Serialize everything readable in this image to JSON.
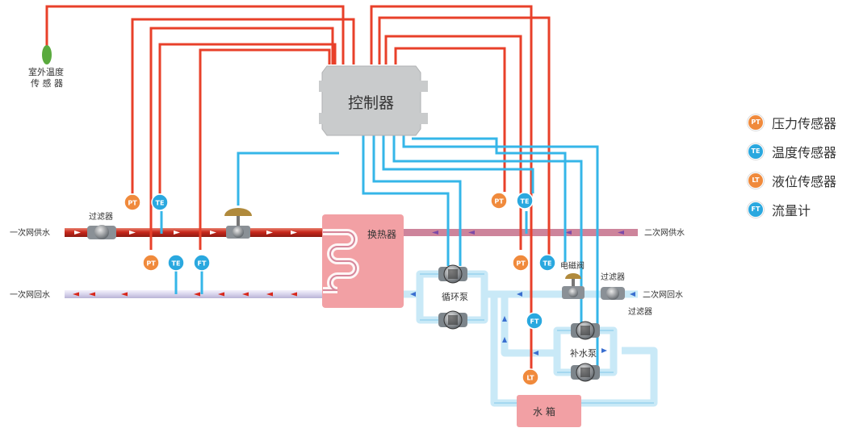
{
  "controller": {
    "label": "控制器"
  },
  "outdoor_sensor": {
    "line1": "室外温度",
    "line2": "传 感 器"
  },
  "heat_exchanger": {
    "label": "换热器"
  },
  "circ_pump": {
    "label": "循环泵"
  },
  "makeup_pump": {
    "label": "补水泵"
  },
  "water_tank": {
    "label": "水   箱"
  },
  "solenoid_valve": {
    "label": "电磁阀"
  },
  "filters": {
    "primary": "过滤器",
    "secondary_top": "过滤器",
    "secondary_bottom": "过滤器"
  },
  "pipes": {
    "primary_supply": "一次网供水",
    "primary_return": "一次网回水",
    "secondary_supply": "二次网供水",
    "secondary_return": "二次网回水"
  },
  "sensor_codes": {
    "pt": "PT",
    "te": "TE",
    "lt": "LT",
    "ft": "FT"
  },
  "legend": [
    {
      "code": "PT",
      "label": "压力传感器",
      "color": "#f08a3c"
    },
    {
      "code": "TE",
      "label": "温度传感器",
      "color": "#2aa8df"
    },
    {
      "code": "LT",
      "label": "液位传感器",
      "color": "#f08a3c"
    },
    {
      "code": "FT",
      "label": "流量计",
      "color": "#2aa8df"
    }
  ],
  "colors": {
    "signal_red": "#e8402a",
    "signal_blue": "#35b6e8",
    "supply_pipe": "#c8281c",
    "return_pipe": "#d8d4ec",
    "secondary_pipe": "#c9e9f7",
    "exchanger": "#f2a0a4",
    "controller": "#c9cbcc"
  }
}
